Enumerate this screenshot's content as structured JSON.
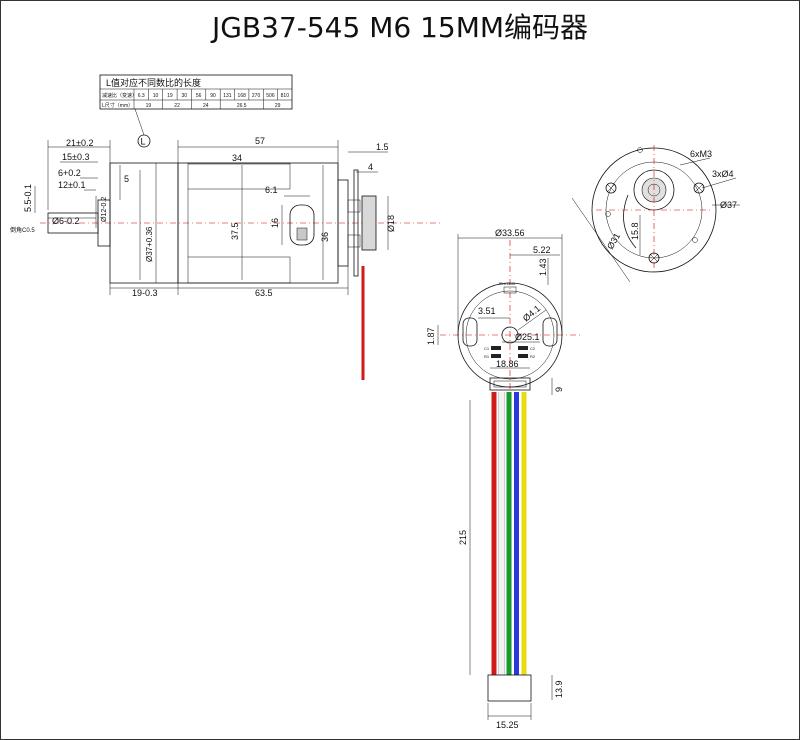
{
  "title": "JGB37-545 M6 15MM编码器",
  "table": {
    "heading": "L值对应不同数比的长度",
    "row1_label": "减速比（变速）",
    "ratios": [
      "6.3",
      "10",
      "19",
      "30",
      "56",
      "90",
      "131",
      "168",
      "270",
      "506",
      "810"
    ],
    "row2_label": "L尺寸（mm）",
    "lengths": [
      "19",
      "22",
      "24",
      "26.5",
      "29"
    ]
  },
  "side_view": {
    "L_marker": "L",
    "dims": {
      "d21": "21±0.2",
      "d15": "15±0.3",
      "d6": "6+0.2",
      "d12": "12±0.1",
      "d57": "57",
      "d34": "34",
      "d1_5": "1.5",
      "d4": "4",
      "d5": "5",
      "d6_1": "6.1",
      "d16": "16",
      "d36": "36",
      "d37_5": "37.5",
      "d18": "Ø18",
      "d5_5": "5.5-0.1",
      "d12_shaft": "Ø12-0.2",
      "d6_shaft": "Ø6-0.2",
      "d37_body": "Ø37+0.36",
      "chamfer": "倒角C0.5",
      "d19": "19-0.3",
      "d63_5": "63.5"
    }
  },
  "front_view": {
    "dims": {
      "d6xM3": "6xM3",
      "d3x4": "3xØ4",
      "d37": "Ø37",
      "d31": "Ø31",
      "d15_8": "15.8"
    }
  },
  "encoder_view": {
    "dims": {
      "d33_56": "Ø33.56",
      "d5_22": "5.22",
      "d1_43": "1.43",
      "d3_51": "3.51",
      "d4_1": "Ø4.1",
      "d25_1": "Ø25.1",
      "d1_87": "1.87",
      "d18_86": "18.86",
      "d9": "9",
      "d215": "215",
      "d13_9": "13.9",
      "d15_25": "15.25"
    },
    "pcb_labels": {
      "label_top": "JB-e1ed0",
      "c1": "C1",
      "c2": "C2",
      "r1": "R1",
      "r2": "R2"
    },
    "wire_colors": [
      "#d11a1a",
      "#f2f2f2",
      "#1a9a2a",
      "#2a3ad8",
      "#e8dc10"
    ]
  }
}
